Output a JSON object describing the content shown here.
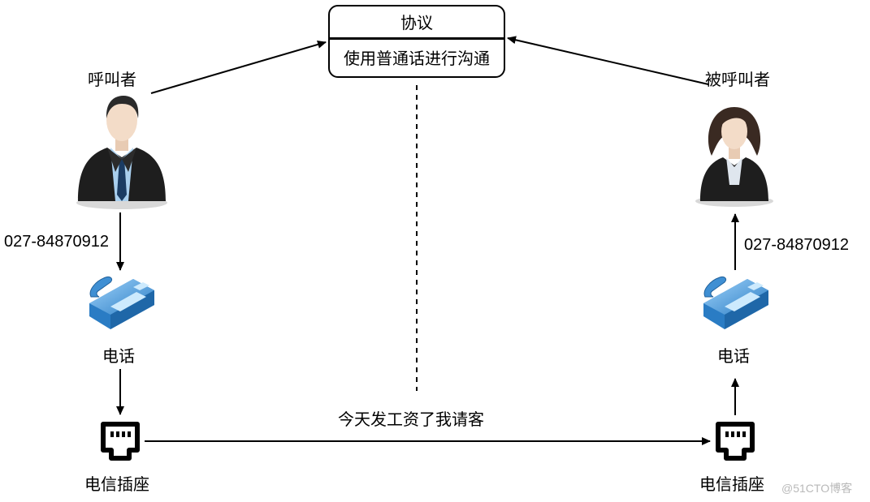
{
  "protocol": {
    "title": "协议",
    "body": "使用普通话进行沟通"
  },
  "caller": {
    "label": "呼叫者",
    "phone_number": "027-84870912",
    "phone_label": "电话",
    "socket_label": "电信插座"
  },
  "callee": {
    "label": "被呼叫者",
    "phone_number": "027-84870912",
    "phone_label": "电话",
    "socket_label": "电信插座"
  },
  "message": "今天发工资了我请客",
  "watermark": "@51CTO博客",
  "colors": {
    "phone_body": "#4a9ad8",
    "phone_light": "#b9e0fb",
    "suit": "#1e1e1e",
    "shirt": "#a9cfee",
    "skin": "#f3dcc8",
    "arrow": "#000000"
  }
}
